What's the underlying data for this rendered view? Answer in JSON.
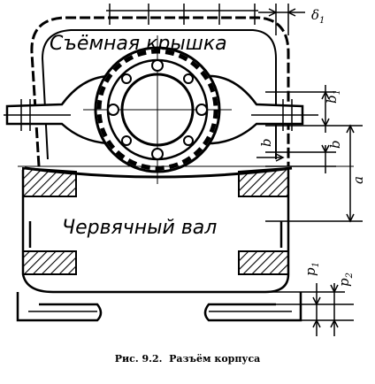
{
  "labels": {
    "cover": "Съёмная крышка",
    "shaft": "Червячный вал"
  },
  "dimensions": {
    "delta1": {
      "base": "δ",
      "sub": "1"
    },
    "b1": {
      "base": "b",
      "sub": "1"
    },
    "b_inner": "b",
    "b_outer": "b",
    "a": "a",
    "p1": {
      "base": "p",
      "sub": "1"
    },
    "p2": {
      "base": "p",
      "sub": "2"
    }
  },
  "caption": {
    "number": "Рис. 9.2.",
    "title": "Разъём корпуса"
  },
  "colors": {
    "ink": "#000000",
    "paper": "#ffffff"
  }
}
